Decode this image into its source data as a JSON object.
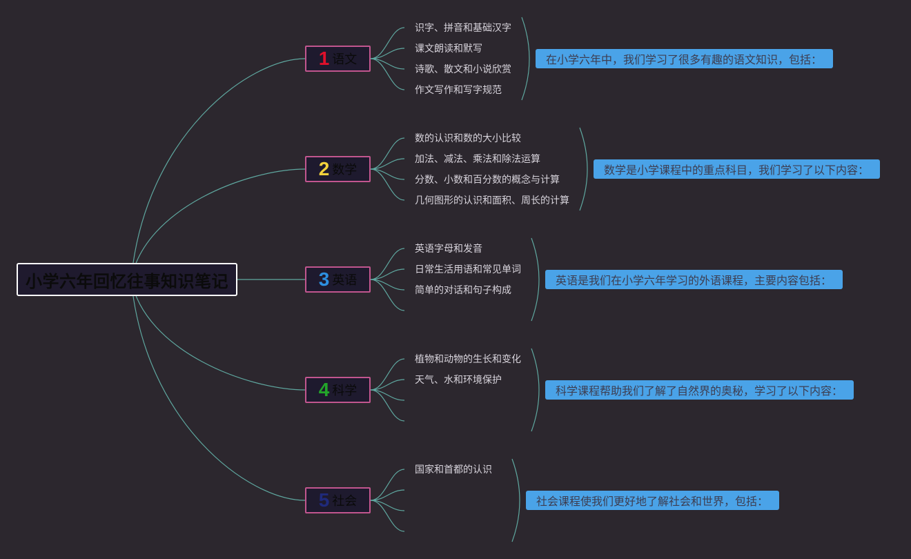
{
  "root": {
    "title": "小学六年回忆往事知识笔记"
  },
  "branches": [
    {
      "number": "1",
      "label": "语文",
      "number_color": "#e0102b",
      "leaves": [
        "识字、拼音和基础汉字",
        "课文朗读和默写",
        "诗歌、散文和小说欣赏",
        "作文写作和写字规范"
      ],
      "summary": "在小学六年中，我们学习了很多有趣的语文知识，包括："
    },
    {
      "number": "2",
      "label": "数学",
      "number_color": "#f3d23c",
      "leaves": [
        "数的认识和数的大小比较",
        "加法、减法、乘法和除法运算",
        "分数、小数和百分数的概念与计算",
        "几何图形的认识和面积、周长的计算"
      ],
      "summary": "数学是小学课程中的重点科目，我们学习了以下内容："
    },
    {
      "number": "3",
      "label": "英语",
      "number_color": "#2d8fe0",
      "leaves": [
        "英语字母和发音",
        "日常生活用语和常见单词",
        "简单的对话和句子构成",
        ""
      ],
      "summary": "英语是我们在小学六年学习的外语课程，主要内容包括："
    },
    {
      "number": "4",
      "label": "科学",
      "number_color": "#23a52a",
      "leaves": [
        "植物和动物的生长和变化",
        "天气、水和环境保护",
        "",
        ""
      ],
      "summary": "科学课程帮助我们了解了自然界的奥秘，学习了以下内容："
    },
    {
      "number": "5",
      "label": "社会",
      "number_color": "#1f2a7c",
      "leaves": [
        "国家和首都的认识",
        "",
        "",
        ""
      ],
      "summary": "社会课程使我们更好地了解社会和世界，包括："
    }
  ],
  "colors": {
    "background": "#2c272e",
    "connector": "#5fa8a0",
    "branch_border": "#c2568f",
    "summary_fill": "#4aa3e8"
  }
}
